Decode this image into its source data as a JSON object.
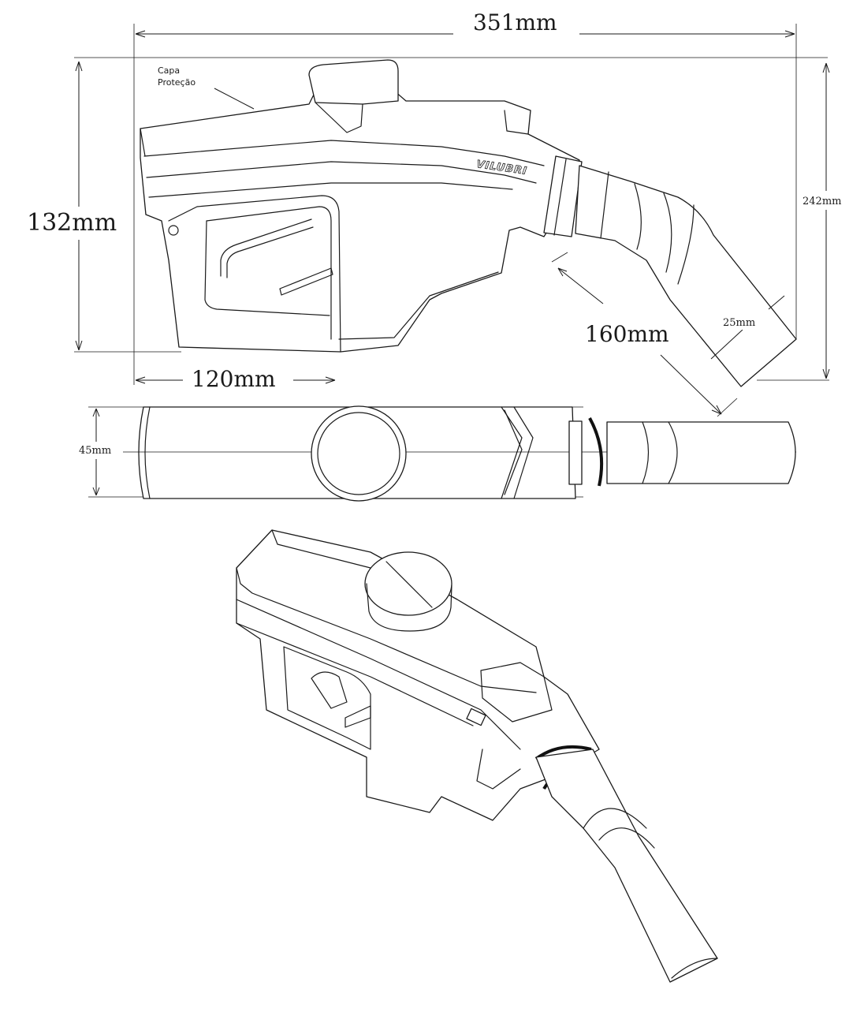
{
  "dimensions": {
    "overall_length": "351mm",
    "height": "132mm",
    "total_height": "242mm",
    "spout_length": "160mm",
    "spout_diameter": "25mm",
    "body_section_length": "120mm",
    "width": "45mm"
  },
  "annotations": {
    "protection_cap_line1": "Capa",
    "protection_cap_line2": "Proteção"
  },
  "brand": "VILUBRI"
}
